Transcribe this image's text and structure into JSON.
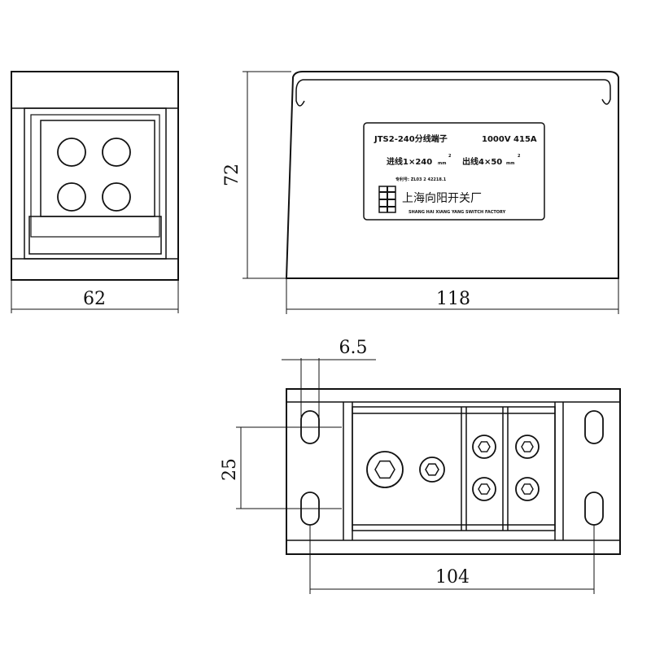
{
  "dimensions": {
    "width_side": "62",
    "height": "72",
    "length_front": "118",
    "hole_offset": "6.5",
    "hole_spacing": "25",
    "mount_spacing": "104"
  },
  "label": {
    "model": "JTS2-240分线端子",
    "rating": "1000V 415A",
    "input": "进线1×240",
    "input_unit": "mm",
    "input_exp": "2",
    "output": "出线4×50",
    "output_unit": "mm",
    "output_exp": "2",
    "patent": "专利号: ZL03 2 42218.1",
    "manufacturer": "上海向阳开关厂",
    "manufacturer_en": "SHANG HAI XIANG YANG SWITCH FACTORY"
  }
}
